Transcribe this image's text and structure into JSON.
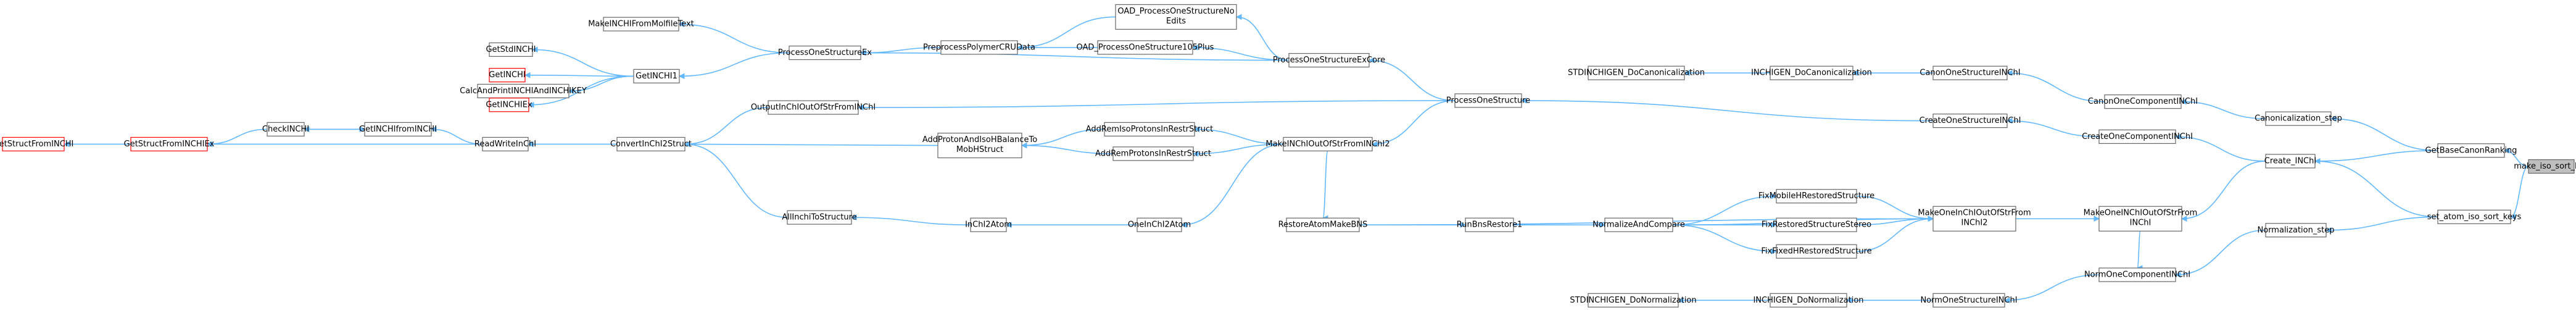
{
  "colors": {
    "edge": "#63b8ff",
    "node_border": "#666666",
    "external_border": "#ff0000",
    "root_fill": "#bfbfbf"
  },
  "nodes": {
    "make_iso_sort_key": "make_iso_sort_key",
    "GetBaseCanonRanking": "GetBaseCanonRanking",
    "set_atom_iso_sort_keys": "set_atom_iso_sort_keys",
    "Canonicalization_step": "Canonicalization_step",
    "Create_INChI": "Create_INChI",
    "Normalization_step": "Normalization_step",
    "CanonOneComponentINChI": "CanonOneComponentINChI",
    "CanonOneStructureINChI": "CanonOneStructureINChI",
    "INCHIGEN_DoCanonicalization": "INCHIGEN_DoCanonicalization",
    "STDINCHIGEN_DoCanonicalization": "STDINCHIGEN_DoCanonicalization",
    "CreateOneComponentINChI": "CreateOneComponentINChI",
    "CreateOneStructureINChI": "CreateOneStructureINChI",
    "ProcessOneStructure": "ProcessOneStructure",
    "ProcessOneStructureExCore": "ProcessOneStructureExCore",
    "OAD_ProcessOneStructureNoEdits_1": "OAD_ProcessOneStructureNo",
    "OAD_ProcessOneStructureNoEdits_2": "Edits",
    "OAD_ProcessOneStructure105Plus": "OAD_ProcessOneStructure105Plus",
    "PreprocessPolymerCRUData": "PreprocessPolymerCRUData",
    "ProcessOneStructureEx": "ProcessOneStructureEx",
    "MakeINCHIFromMolfileText": "MakeINCHIFromMolfileText",
    "GetINCHI1": "GetINCHI1",
    "GetStdINCHI": "GetStdINCHI",
    "CalcAndPrintINCHIAndINCHIKEY": "CalcAndPrintINCHIAndINCHIKEY",
    "GetINCHI": "GetINCHI",
    "GetINCHIEx": "GetINCHIEx",
    "OutputInChIOutOfStrFromINChI": "OutputInChIOutOfStrFromINChI",
    "ConvertInChI2Struct": "ConvertInChI2Struct",
    "ReadWriteInChI": "ReadWriteInChI",
    "GetINCHIfromINCHI": "GetINCHIfromINCHI",
    "CheckINCHI": "CheckINCHI",
    "GetStructFromINCHIEx": "GetStructFromINCHIEx",
    "GetStructFromINCHI": "GetStructFromINCHI",
    "MakeINChIOutOfStrFromINChI2": "MakeINChIOutOfStrFromINChI2",
    "AddRemIsoProtonsInRestrStruct": "AddRemIsoProtonsInRestrStruct",
    "AddRemProtonsInRestrStruct": "AddRemProtonsInRestrStruct",
    "AddProtonAndIsoHBalanceToMobHStruct_1": "AddProtonAndIsoHBalanceTo",
    "AddProtonAndIsoHBalanceToMobHStruct_2": "MobHStruct",
    "OneInChI2Atom": "OneInChI2Atom",
    "InChI2Atom": "InChI2Atom",
    "AllInchiToStructure": "AllInchiToStructure",
    "RestoreAtomMakeBNS": "RestoreAtomMakeBNS",
    "RunBnsRestore1": "RunBnsRestore1",
    "NormalizeAndCompare": "NormalizeAndCompare",
    "FixMobileHRestoredStructure": "FixMobileHRestoredStructure",
    "FixRestoredStructureStereo": "FixRestoredStructureStereo",
    "FixFixedHRestoredStructure": "FixFixedHRestoredStructure",
    "MakeOneInChIOutOfStrFromINChI2_1": "MakeOneInChIOutOfStrFrom",
    "MakeOneInChIOutOfStrFromINChI2_2": "INChI2",
    "MakeOneINChIOutOfStrFromINChI_1": "MakeOneINChIOutOfStrFrom",
    "MakeOneINChIOutOfStrFromINChI_2": "INChI",
    "NormOneComponentINChI": "NormOneComponentINChI",
    "NormOneStructureINChI": "NormOneStructureINChI",
    "INCHIGEN_DoNormalization": "INCHIGEN_DoNormalization",
    "STDINCHIGEN_DoNormalization": "STDINCHIGEN_DoNormalization"
  }
}
